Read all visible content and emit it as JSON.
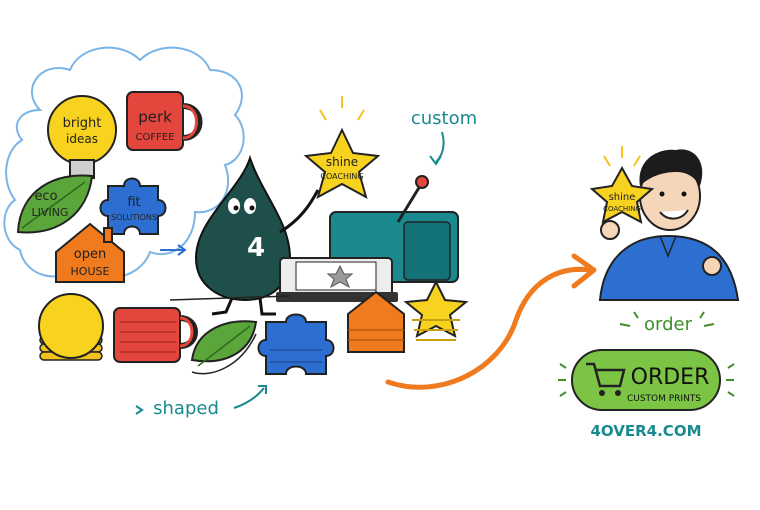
{
  "thought_bubble": {
    "bulb_line1": "bright",
    "bulb_line2": "ideas",
    "mug_line1": "perk",
    "mug_line2": "COFFEE",
    "leaf_line1": "eco",
    "leaf_line2": "LIVING",
    "puzzle_line1": "fit",
    "puzzle_line2": "SOLUTIONS",
    "house_line1": "open",
    "house_line2": "HOUSE"
  },
  "mascot": {
    "badge": "4"
  },
  "held_star": {
    "line1": "shine",
    "line2": "COACHING"
  },
  "customer_star": {
    "line1": "shine",
    "line2": "COACHING"
  },
  "labels": {
    "custom": "custom",
    "shaped": "shaped",
    "order": "order"
  },
  "order_button": {
    "line1": "ORDER",
    "line2": "CUSTOM PRINTS"
  },
  "website": "4OVER4.COM",
  "colors": {
    "teal": "#1a8a8f",
    "dark_green": "#1f4f4a",
    "orange": "#f07a1e",
    "yellow": "#f7d21e",
    "red": "#e2463c",
    "green": "#5aa63a",
    "blue": "#2d6fd0",
    "order_green": "#7cc544"
  }
}
